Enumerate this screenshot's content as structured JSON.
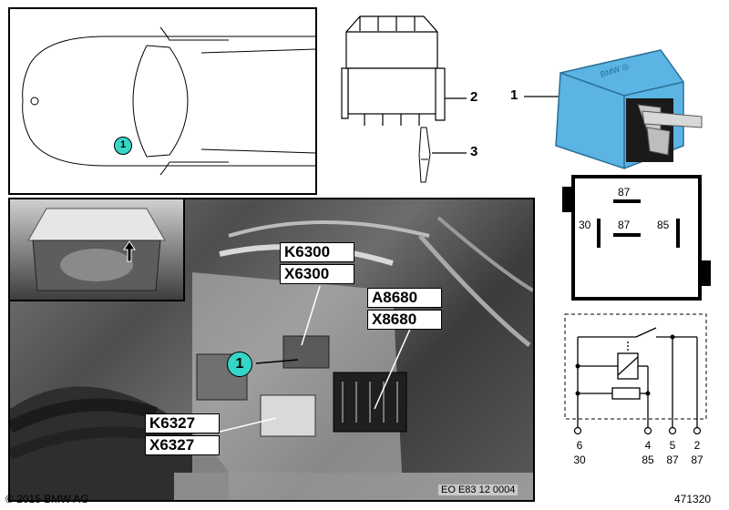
{
  "car_view": {
    "callout": "1"
  },
  "parts": {
    "relay_number": "1",
    "socket_number": "2",
    "terminal_number": "3"
  },
  "relay_face": {
    "pin_top": "87",
    "pin_left": "30",
    "pin_center": "87",
    "pin_right": "85"
  },
  "photo": {
    "callout": "1",
    "labels": [
      "K6300",
      "X6300",
      "A8680",
      "X8680",
      "K6327",
      "X6327"
    ],
    "code": "EO E83 12 0004"
  },
  "schematic": {
    "pins": [
      {
        "num": "6",
        "term": "30"
      },
      {
        "num": "4",
        "term": "85"
      },
      {
        "num": "5",
        "term": "87"
      },
      {
        "num": "2",
        "term": "87"
      }
    ]
  },
  "footer": {
    "copyright": "© 2015 BMW AG",
    "image_number": "471320"
  },
  "colors": {
    "relay_blue": "#5bb4e3",
    "callout_teal": "#36d5c7"
  }
}
